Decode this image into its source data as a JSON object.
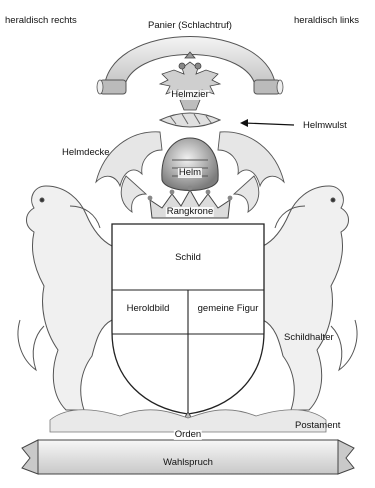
{
  "labels": {
    "heraldic_right": "heraldisch rechts",
    "heraldic_left": "heraldisch links",
    "banner": "Panier (Schlachtruf)",
    "crest": "Helmzier",
    "torse": "Helmwulst",
    "mantling": "Helmdecke",
    "helm": "Helm",
    "coronet": "Rangkrone",
    "shield": "Schild",
    "ordinary": "Heroldbild",
    "charge": "gemeine Figur",
    "supporters": "Schildhalter",
    "order": "Orden",
    "compartment": "Postament",
    "motto": "Wahlspruch"
  },
  "colors": {
    "ink": "#222222",
    "shade": "#8a8a8a",
    "light": "#d6d6d6",
    "paper": "#ffffff"
  }
}
